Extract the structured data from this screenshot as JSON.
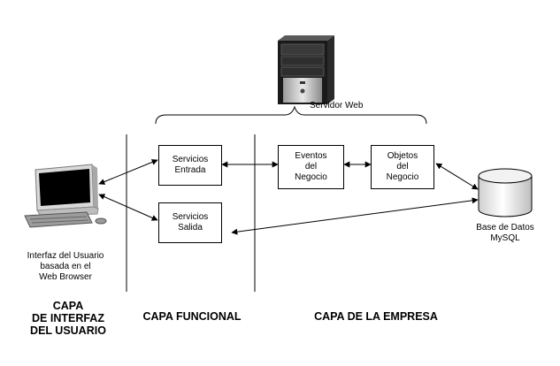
{
  "server": {
    "label": "Servidor Web",
    "icon": "server-tower-icon"
  },
  "boxes": {
    "servicios_entrada": "Servicios\nEntrada",
    "servicios_salida": "Servicios\nSalida",
    "eventos_negocio": "Eventos\ndel\nNegocio",
    "objetos_negocio": "Objetos\ndel\nNegocio"
  },
  "client": {
    "label": "Interfaz del Usuario\nbasada en el\nWeb Browser",
    "icon": "desktop-computer-icon"
  },
  "database": {
    "label": "Base de Datos\nMySQL",
    "icon": "database-cylinder-icon"
  },
  "layers": {
    "interfaz": "CAPA\nDE INTERFAZ\nDEL USUARIO",
    "funcional": "CAPA FUNCIONAL",
    "empresa": "CAPA DE LA EMPRESA"
  }
}
